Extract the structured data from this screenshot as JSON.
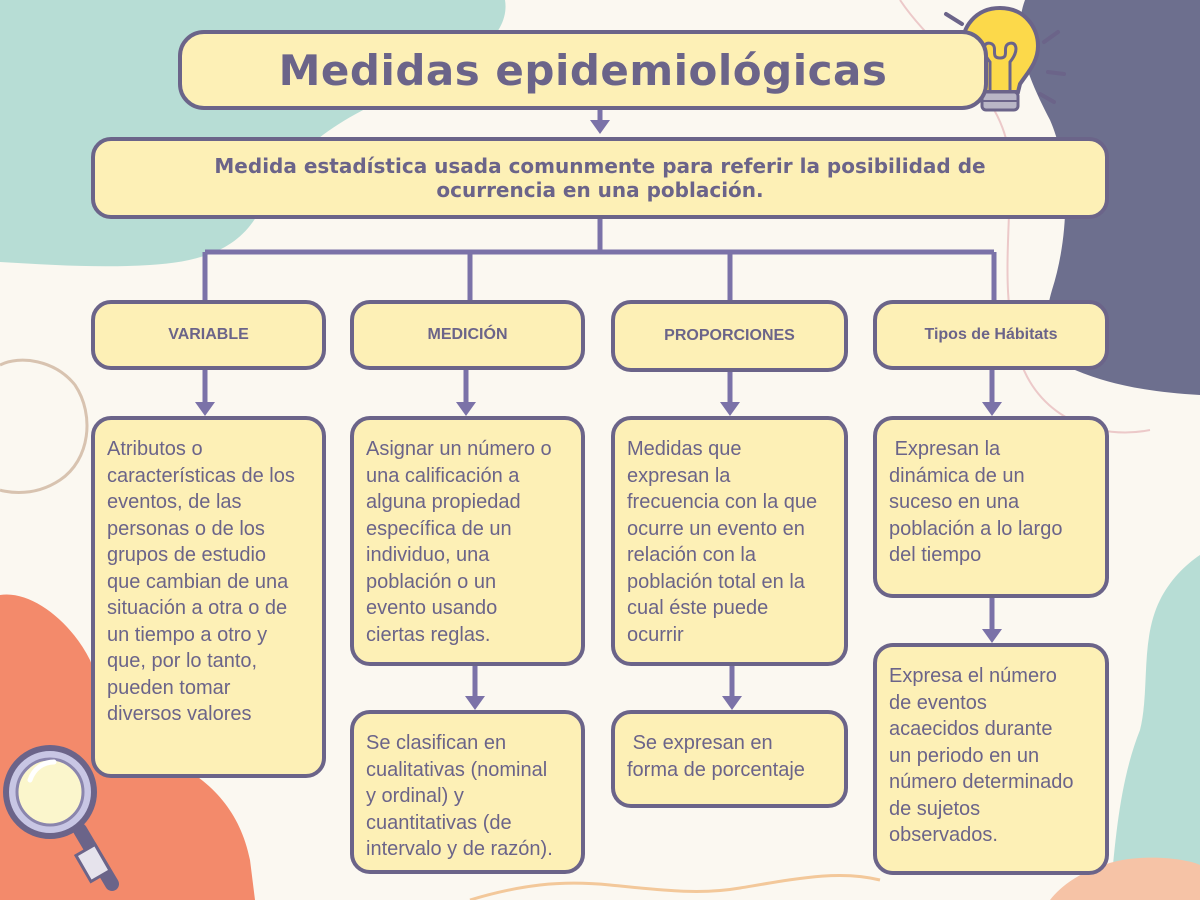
{
  "title": "Medidas epidemiológicas",
  "definition": "Medida estadística usada comunmente para referir la posibilidad de ocurrencia en una población.",
  "columns": [
    {
      "heading": "VARIABLE",
      "description": "Atributos o\ncaracterísticas de los\neventos, de las\npersonas o de los\ngrupos de estudio\nque cambian de una\nsituación a otra o de\nun tiempo a otro y\nque, por lo tanto,\npueden tomar\ndiversos valores"
    },
    {
      "heading": "MEDICIÓN",
      "description": "Asignar un número o\nuna calificación a\nalguna propiedad\nespecífica de un\nindividuo, una\npoblación o un\nevento usando\nciertas reglas.",
      "detail": "Se clasifican en\ncualitativas (nominal\ny ordinal) y\ncuantitativas (de\nintervalo y de razón)."
    },
    {
      "heading": "PROPORCIONES",
      "description": "Medidas que\nexpresan la\nfrecuencia con la que\nocurre un evento en\nrelación con la\npoblación total en la\ncual éste puede\nocurrir",
      "detail": " Se expresan en\nforma de porcentaje"
    },
    {
      "heading": "Tipos de Hábitats",
      "description": " Expresan la\ndinámica de un\nsuceso en una\npoblación a lo largo\ndel tiempo",
      "detail": "Expresa el número\nde eventos\nacaecidos durante\nun periodo en un\nnúmero determinado\nde sujetos\nobservados."
    }
  ],
  "colors": {
    "box_fill": "#fdf0b6",
    "outline": "#6b6489",
    "blob_mint": "#b7ddd5",
    "blob_slate": "#6d6f8e",
    "blob_coral": "#f38a6b",
    "blob_peach": "#f6c3a6"
  },
  "icons": [
    "lightbulb-icon",
    "magnifying-glass-icon"
  ]
}
